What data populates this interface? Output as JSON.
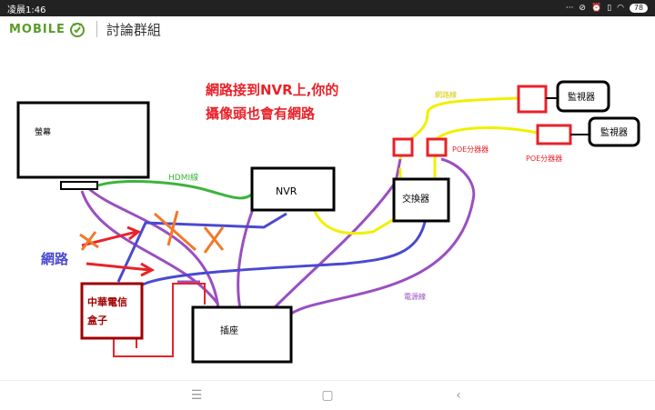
{
  "status": {
    "time": "凌晨1:46",
    "battery": "78",
    "icons": [
      "more-dots-icon",
      "no-sim-icon",
      "alarm-icon",
      "vibrate-icon",
      "wifi-icon",
      "battery-icon"
    ]
  },
  "appbar": {
    "logo": "MOBILE",
    "title": "討論群組"
  },
  "diagram": {
    "annotation_line1": "網路接到NVR上,你的",
    "annotation_line2": "攝像頭也會有網路",
    "monitor_label": "螢幕",
    "hdmi_label": "HDMI線",
    "nvr_label": "NVR",
    "switch_label": "交換器",
    "socket_label": "插座",
    "cht_box_line1": "中華電信",
    "cht_box_line2": "盒子",
    "network_label": "網路",
    "cable_label": "網路線",
    "poe_label_1": "POE分器器",
    "poe_label_2": "POE分器器",
    "power_label": "電源線",
    "camera_1": "監視器",
    "camera_2": "監視器"
  },
  "colors": {
    "status_bg": "#222222",
    "logo_green": "#5a9c2a",
    "red": "#e8222a",
    "purple": "#9a4fc0",
    "yellow": "#f0f000",
    "blue": "#4a4ad0",
    "green_cable": "#3cb43c",
    "orange_x": "#f07a2a",
    "dark_red": "#a00000"
  },
  "nav": {
    "menu_icon": "menu-icon",
    "home_icon": "home-icon",
    "back_icon": "back-icon"
  }
}
